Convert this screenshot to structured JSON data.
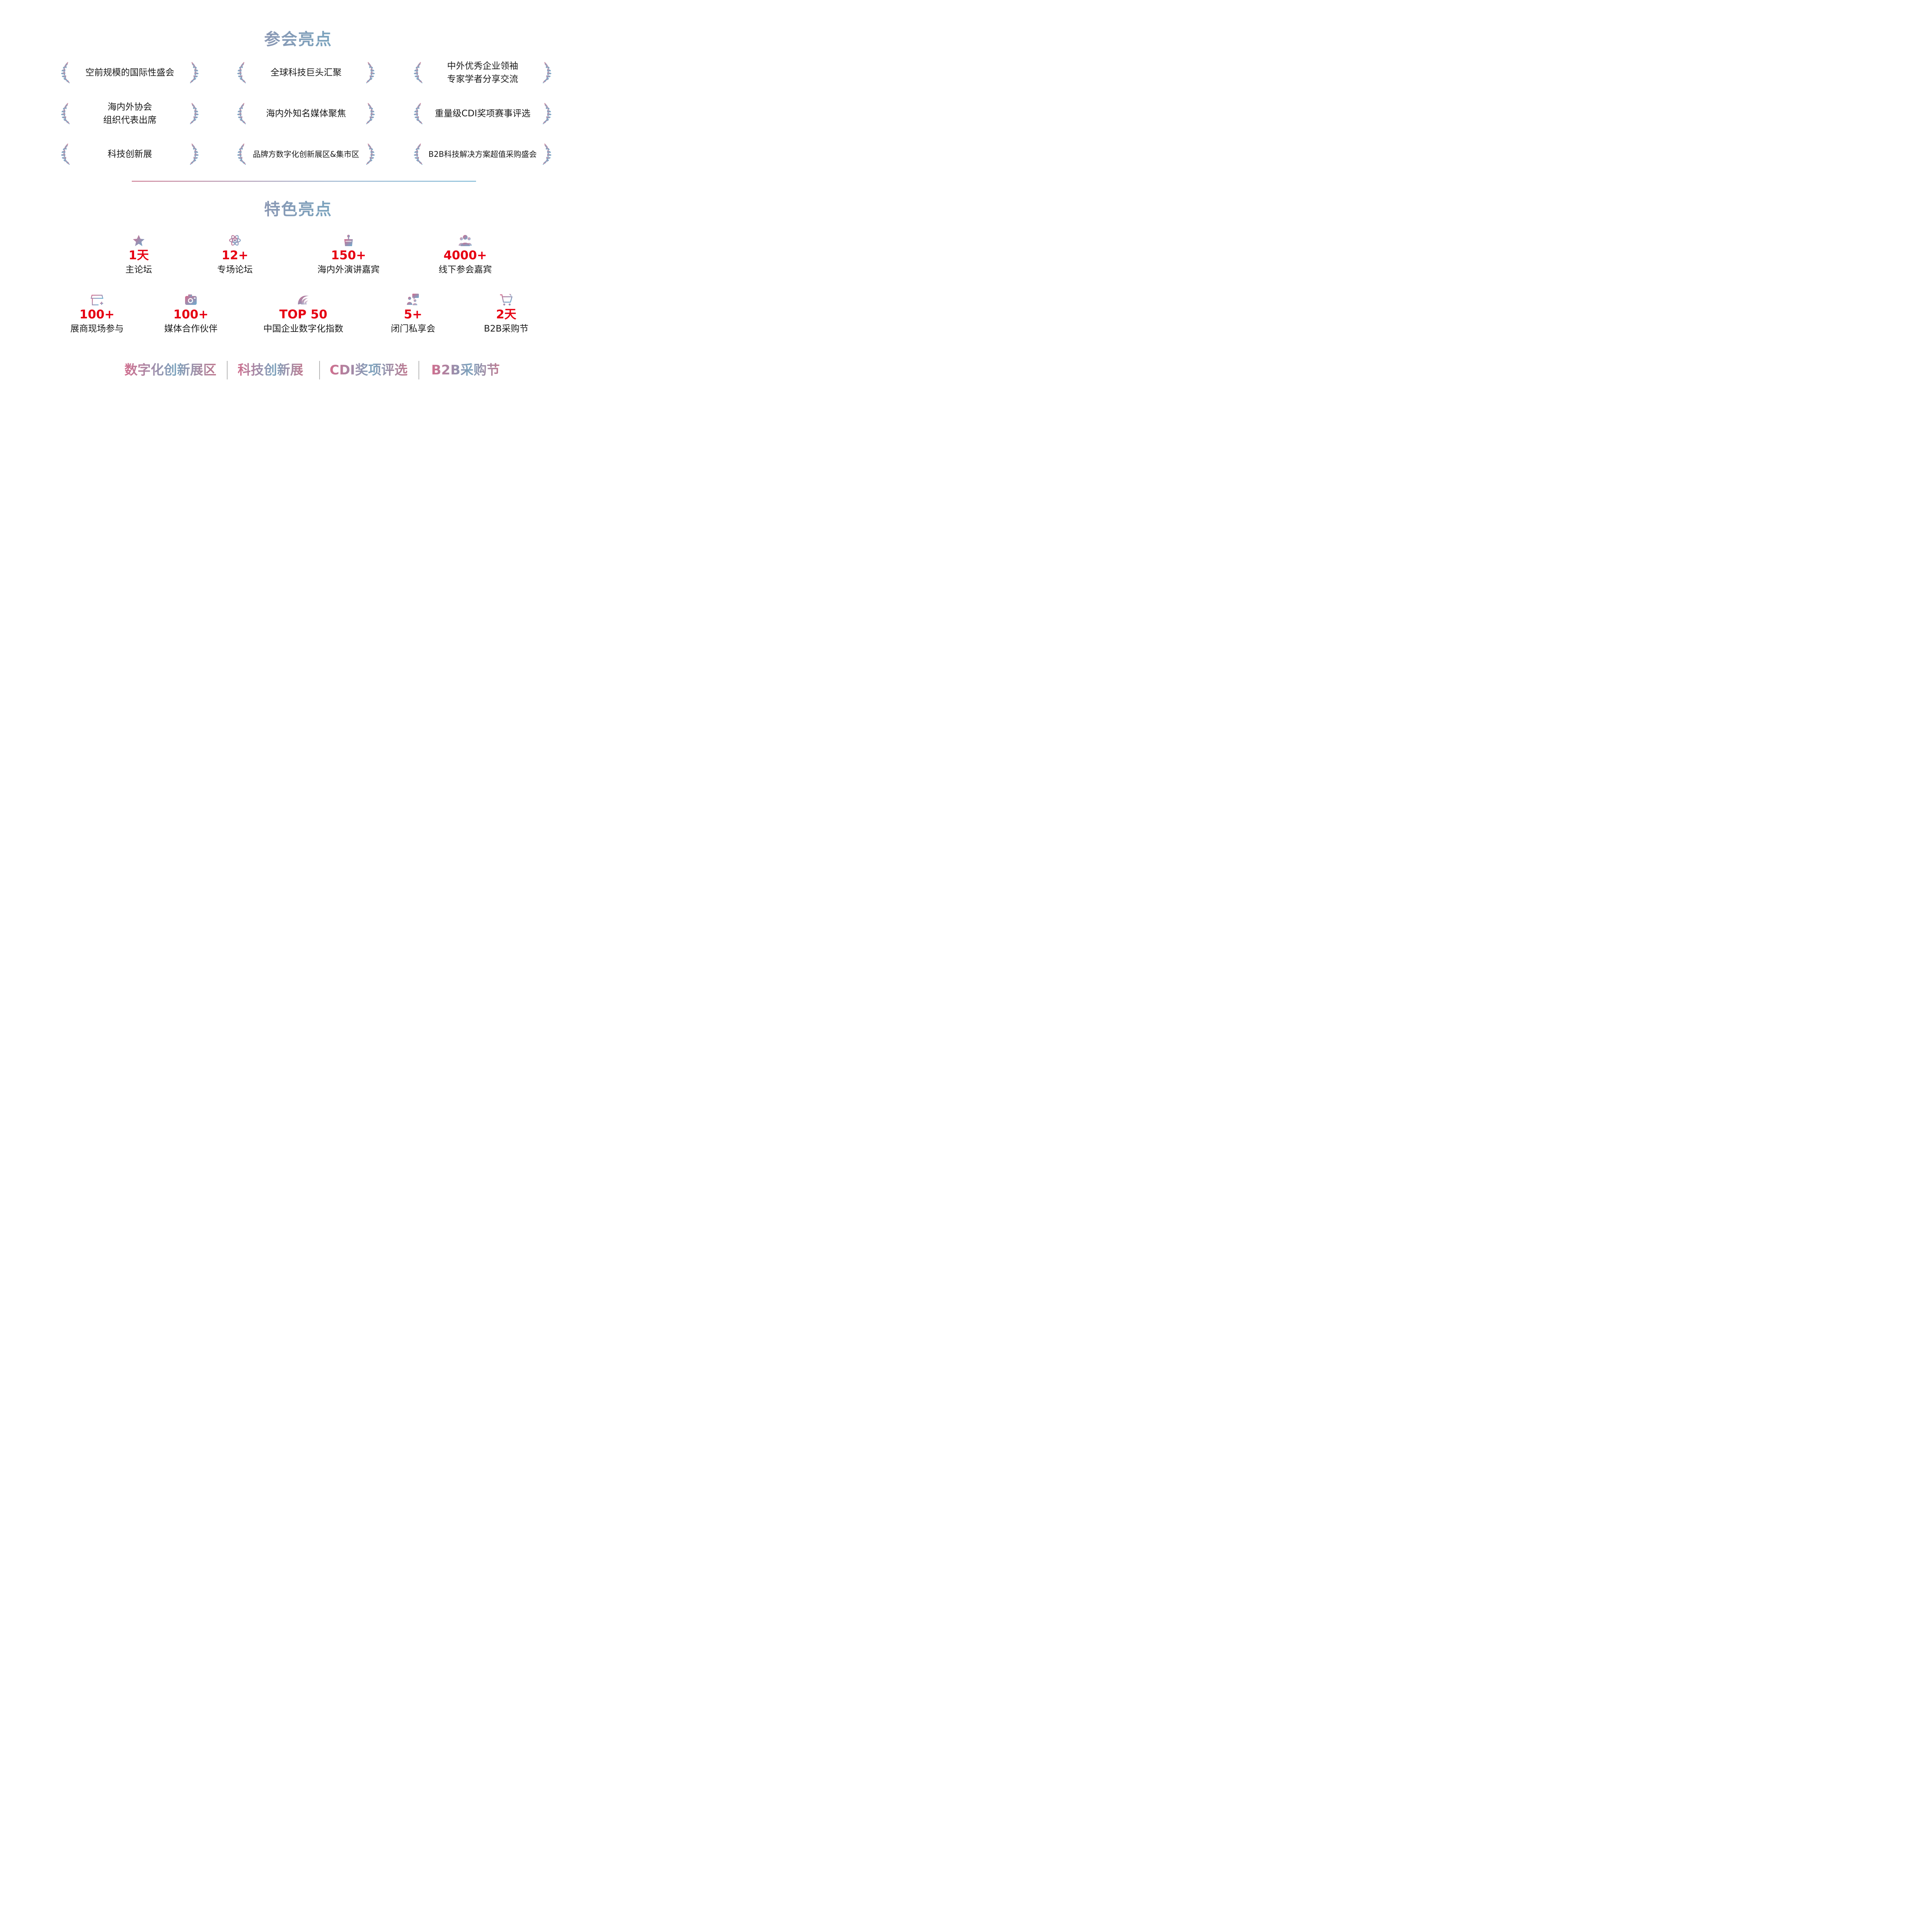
{
  "highlights": {
    "title": "参会亮点",
    "items": [
      {
        "lines": [
          "空前规模的国际性盛会"
        ]
      },
      {
        "lines": [
          "全球科技巨头汇聚"
        ]
      },
      {
        "lines": [
          "中外优秀企业领袖",
          "专家学者分享交流"
        ]
      },
      {
        "lines": [
          "海内外协会",
          "组织代表出席"
        ]
      },
      {
        "lines": [
          "海内外知名媒体聚焦"
        ]
      },
      {
        "lines": [
          "重量级CDI奖项赛事评选"
        ]
      },
      {
        "lines": [
          "科技创新展"
        ]
      },
      {
        "lines": [
          "品牌方数字化创新展区&集市区"
        ]
      },
      {
        "lines": [
          "B2B科技解决方案超值采购盛会"
        ]
      }
    ]
  },
  "features": {
    "title": "特色亮点",
    "row1": [
      {
        "icon": "star-icon",
        "number": "1天",
        "label": "主论坛"
      },
      {
        "icon": "atom-icon",
        "number": "12+",
        "label": "专场论坛"
      },
      {
        "icon": "podium-icon",
        "number": "150+",
        "label": "海内外演讲嘉宾"
      },
      {
        "icon": "people-icon",
        "number": "4000+",
        "label": "线下参会嘉宾"
      }
    ],
    "row2": [
      {
        "icon": "booth-icon",
        "number": "100+",
        "label": "展商现场参与"
      },
      {
        "icon": "camera-icon",
        "number": "100+",
        "label": "媒体合作伙伴"
      },
      {
        "icon": "wave-icon",
        "number": "TOP 50",
        "label": "中国企业数字化指数"
      },
      {
        "icon": "chat-group-icon",
        "number": "5+",
        "label": "闭门私享会"
      },
      {
        "icon": "cart-icon",
        "number": "2天",
        "label": "B2B采购节"
      }
    ]
  },
  "bottom_links": [
    "数字化创新展区",
    "科技创新展",
    "CDI奖项评选",
    "B2B采购节"
  ],
  "colors": {
    "accent_red": "#e60012",
    "gradient_pink": "#d16e8e",
    "gradient_blue": "#7aa2bd"
  }
}
